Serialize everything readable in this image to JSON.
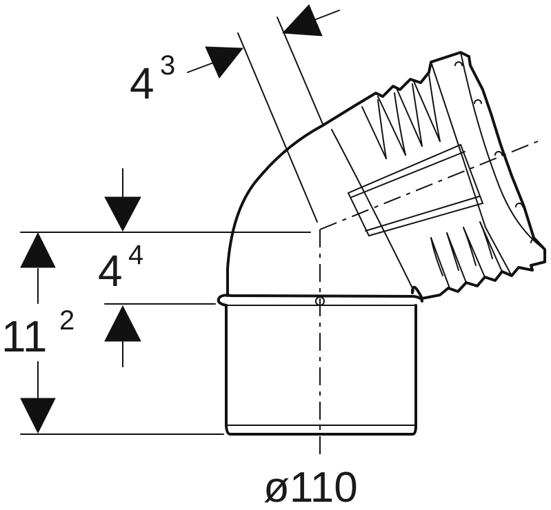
{
  "dimensions": {
    "wall_thickness_top": {
      "value": "4",
      "sup": "3"
    },
    "offset_height": {
      "value": "4",
      "sup": "4"
    },
    "total_height": {
      "value": "11",
      "sup": "2"
    },
    "diameter": {
      "label": "ø110"
    }
  },
  "colors": {
    "stroke": "#111111",
    "background": "#ffffff"
  }
}
